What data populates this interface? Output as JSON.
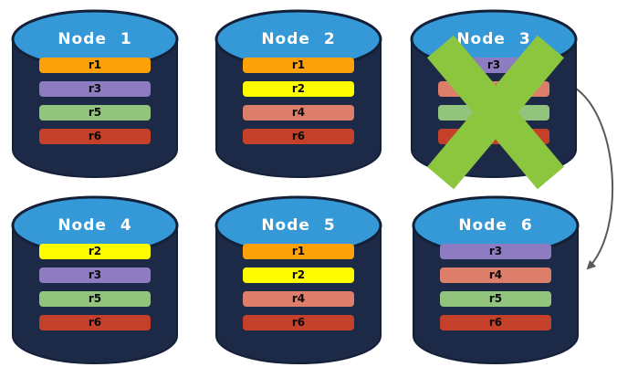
{
  "diagram": {
    "background_color": "#ffffff",
    "arrow_color": "#595959",
    "x_mark_color": "#8CC63F",
    "cylinder": {
      "top_color": "#3499D6",
      "body_color": "#1C2A47",
      "outline_color": "#142038"
    }
  },
  "nodes": [
    {
      "title": "Node 1",
      "failed": false,
      "replicas": [
        {
          "label": "r1",
          "color": "#FCA108"
        },
        {
          "label": "r3",
          "color": "#8E7CC3"
        },
        {
          "label": "r5",
          "color": "#93C47D"
        },
        {
          "label": "r6",
          "color": "#C4402A"
        }
      ]
    },
    {
      "title": "Node 2",
      "failed": false,
      "replicas": [
        {
          "label": "r1",
          "color": "#FCA108"
        },
        {
          "label": "r2",
          "color": "#FDFD00"
        },
        {
          "label": "r4",
          "color": "#DD7E6B"
        },
        {
          "label": "r6",
          "color": "#C4402A"
        }
      ]
    },
    {
      "title": "Node 3",
      "failed": true,
      "replicas": [
        {
          "label": "r3",
          "color": "#8E7CC3"
        },
        {
          "label": "r4",
          "color": "#DD7E6B"
        },
        {
          "label": "r5",
          "color": "#93C47D"
        },
        {
          "label": "r6",
          "color": "#C4402A"
        }
      ]
    },
    {
      "title": "Node 4",
      "failed": false,
      "replicas": [
        {
          "label": "r2",
          "color": "#FDFD00"
        },
        {
          "label": "r3",
          "color": "#8E7CC3"
        },
        {
          "label": "r5",
          "color": "#93C47D"
        },
        {
          "label": "r6",
          "color": "#C4402A"
        }
      ]
    },
    {
      "title": "Node 5",
      "failed": false,
      "replicas": [
        {
          "label": "r1",
          "color": "#FCA108"
        },
        {
          "label": "r2",
          "color": "#FDFD00"
        },
        {
          "label": "r4",
          "color": "#DD7E6B"
        },
        {
          "label": "r6",
          "color": "#C4402A"
        }
      ]
    },
    {
      "title": "Node 6",
      "failed": false,
      "replicas": [
        {
          "label": "r3",
          "color": "#8E7CC3"
        },
        {
          "label": "r4",
          "color": "#DD7E6B"
        },
        {
          "label": "r5",
          "color": "#93C47D"
        },
        {
          "label": "r6",
          "color": "#C4402A"
        }
      ]
    }
  ]
}
